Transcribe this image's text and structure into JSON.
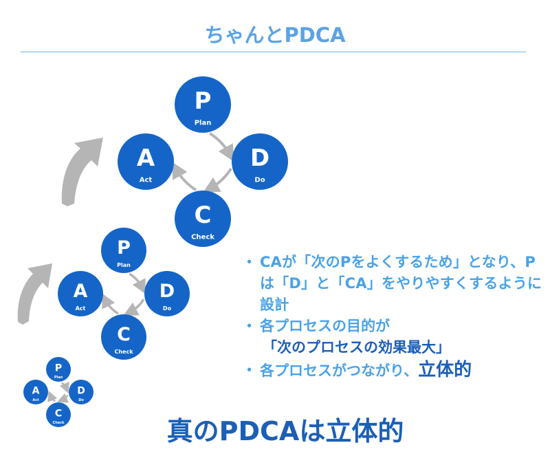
{
  "title": "ちゃんとPDCA",
  "cycle": {
    "circle_color": "#1565c8",
    "arrow_color": "#b5b5b5",
    "nodes": [
      {
        "letter": "P",
        "word": "Plan"
      },
      {
        "letter": "D",
        "word": "Do"
      },
      {
        "letter": "C",
        "word": "Check"
      },
      {
        "letter": "A",
        "word": "Act"
      }
    ]
  },
  "bullets": {
    "marker": "・",
    "item1": "CAが「次のPをよくするため」となり、Pは「D」と「CA」をやりやすくするように設計",
    "item2_text": "各プロセスの目的が",
    "item2_quote": "「次のプロセスの効果最大」",
    "item3_text": "各プロセスがつながり、",
    "item3_emph": "立体的"
  },
  "footer": "真のPDCAは立体的"
}
